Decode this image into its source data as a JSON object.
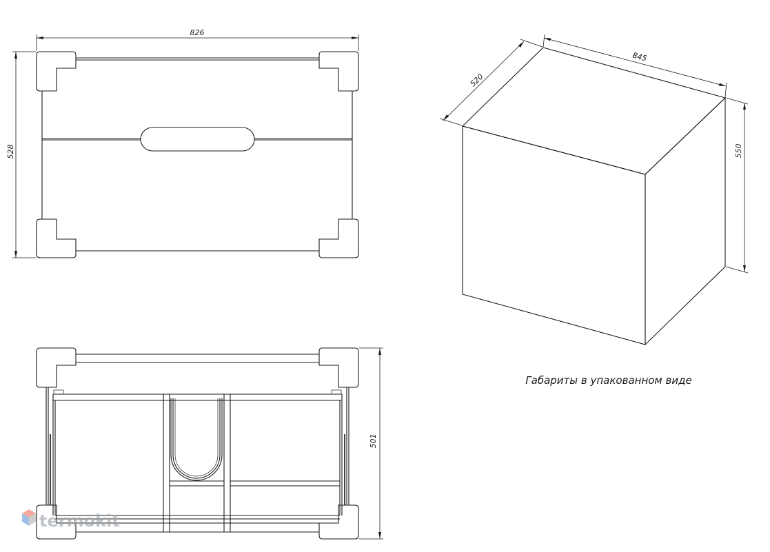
{
  "dimensions": {
    "top_width": "826",
    "top_depth": "528",
    "bottom_height": "501",
    "box_width": "845",
    "box_depth": "520",
    "box_height": "550"
  },
  "caption": "Габариты в упакованном виде",
  "watermark": {
    "text": "termokit",
    "icon": "hexagon-cube-icon",
    "colors": [
      "#f29b8f",
      "#8fb6e0",
      "#c7c7c7"
    ]
  }
}
